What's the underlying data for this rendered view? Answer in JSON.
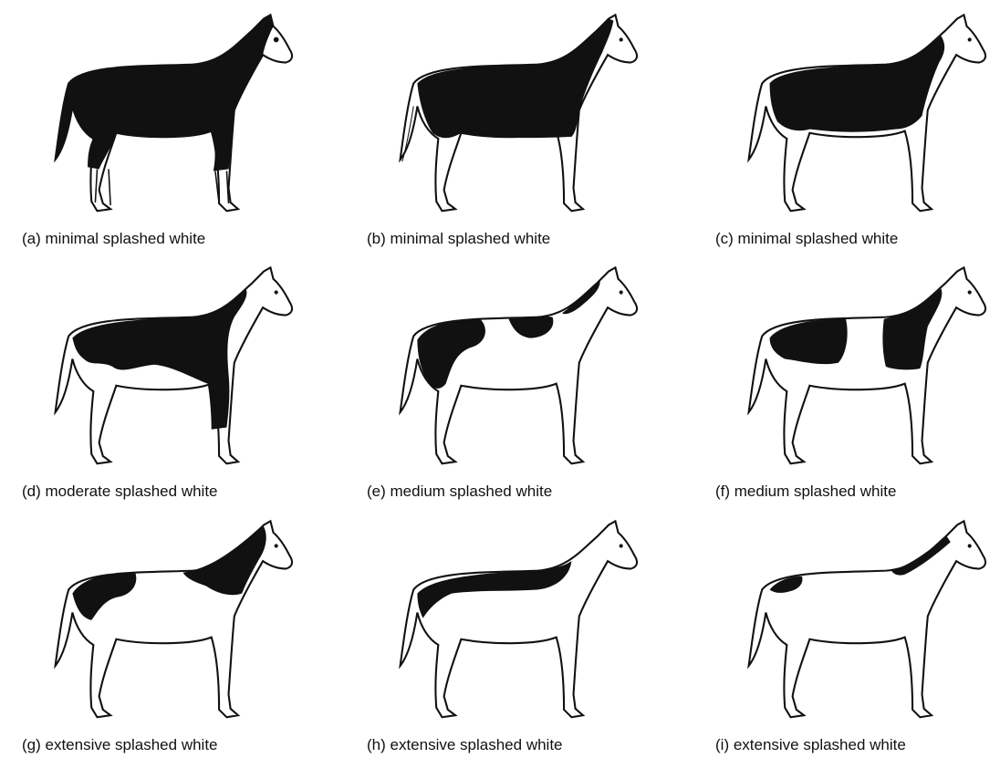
{
  "panels": [
    {
      "caption": "(a) minimal splashed white",
      "pattern": "minimal"
    },
    {
      "caption": "(b) minimal splashed white",
      "pattern": "minimal"
    },
    {
      "caption": "(c) minimal splashed white",
      "pattern": "minimal"
    },
    {
      "caption": "(d) moderate splashed white",
      "pattern": "moderate"
    },
    {
      "caption": "(e) medium splashed white",
      "pattern": "medium"
    },
    {
      "caption": "(f) medium splashed white",
      "pattern": "medium"
    },
    {
      "caption": "(g) extensive splashed white",
      "pattern": "extensive"
    },
    {
      "caption": "(h) extensive splashed white",
      "pattern": "extensive"
    },
    {
      "caption": "(i) extensive splashed white",
      "pattern": "extensive"
    }
  ],
  "colors": {
    "ink": "#111111",
    "paper": "#ffffff"
  }
}
